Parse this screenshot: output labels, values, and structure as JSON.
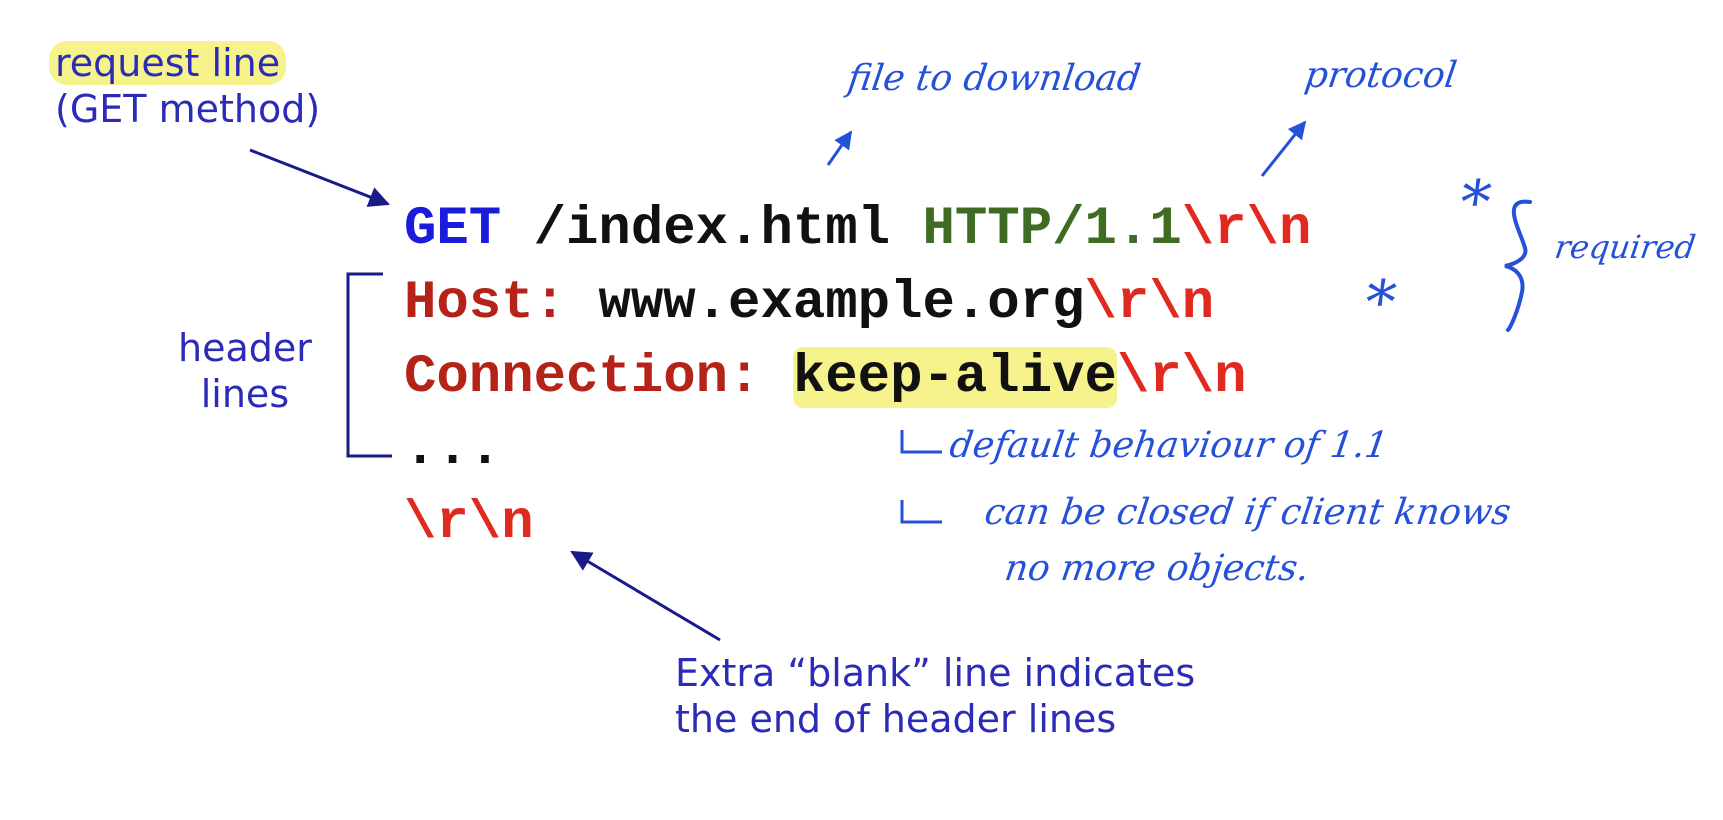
{
  "labels": {
    "request_line_1": "request line",
    "request_line_2": "(GET method)",
    "header_lines_1": "header",
    "header_lines_2": "lines",
    "blank_line_1": "Extra “blank” line indicates",
    "blank_line_2": "the end of header lines"
  },
  "request": {
    "method": "GET",
    "path": "/index.html",
    "version": "HTTP/1.1",
    "crlf": "\\r\\n"
  },
  "headers": [
    {
      "name": "Host:",
      "value": "www.example.org"
    },
    {
      "name": "Connection:",
      "value": "keep-alive"
    }
  ],
  "ellipsis": "...",
  "final_crlf": "\\r\\n",
  "annotations": {
    "file_to_download": "file to download",
    "protocol": "protocol",
    "required": "required",
    "star": "*",
    "default_behaviour": "default behaviour of 1.1",
    "can_be_closed_1": "can be closed if client knows",
    "can_be_closed_2": "no more objects."
  }
}
